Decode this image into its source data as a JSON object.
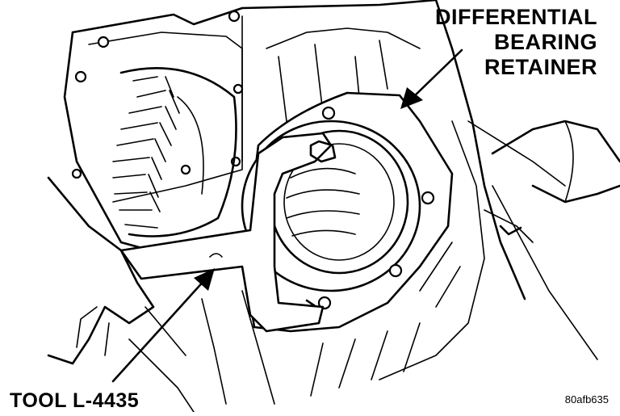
{
  "callouts": {
    "retainer_line1": "DIFFERENTIAL",
    "retainer_line2": "BEARING",
    "retainer_line3": "RETAINER",
    "tool": "TOOL L-4435"
  },
  "figure_id": "80afb635",
  "colors": {
    "ink": "#000000",
    "paper": "#ffffff"
  }
}
